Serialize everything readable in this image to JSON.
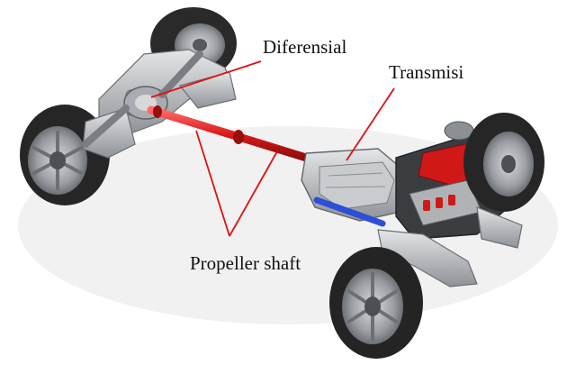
{
  "labels": {
    "differential": "Diferensial",
    "transmission": "Transmisi",
    "propeller_shaft": "Propeller shaft"
  },
  "colors": {
    "leader_line": "#e01010",
    "propeller_shaft": "#d81818",
    "blue_shaft": "#2b4fd6",
    "tire": "#2a2a2a",
    "rim": "#9a9ea3",
    "metal": "#b8bcc0",
    "engine_accent": "#d01818"
  }
}
